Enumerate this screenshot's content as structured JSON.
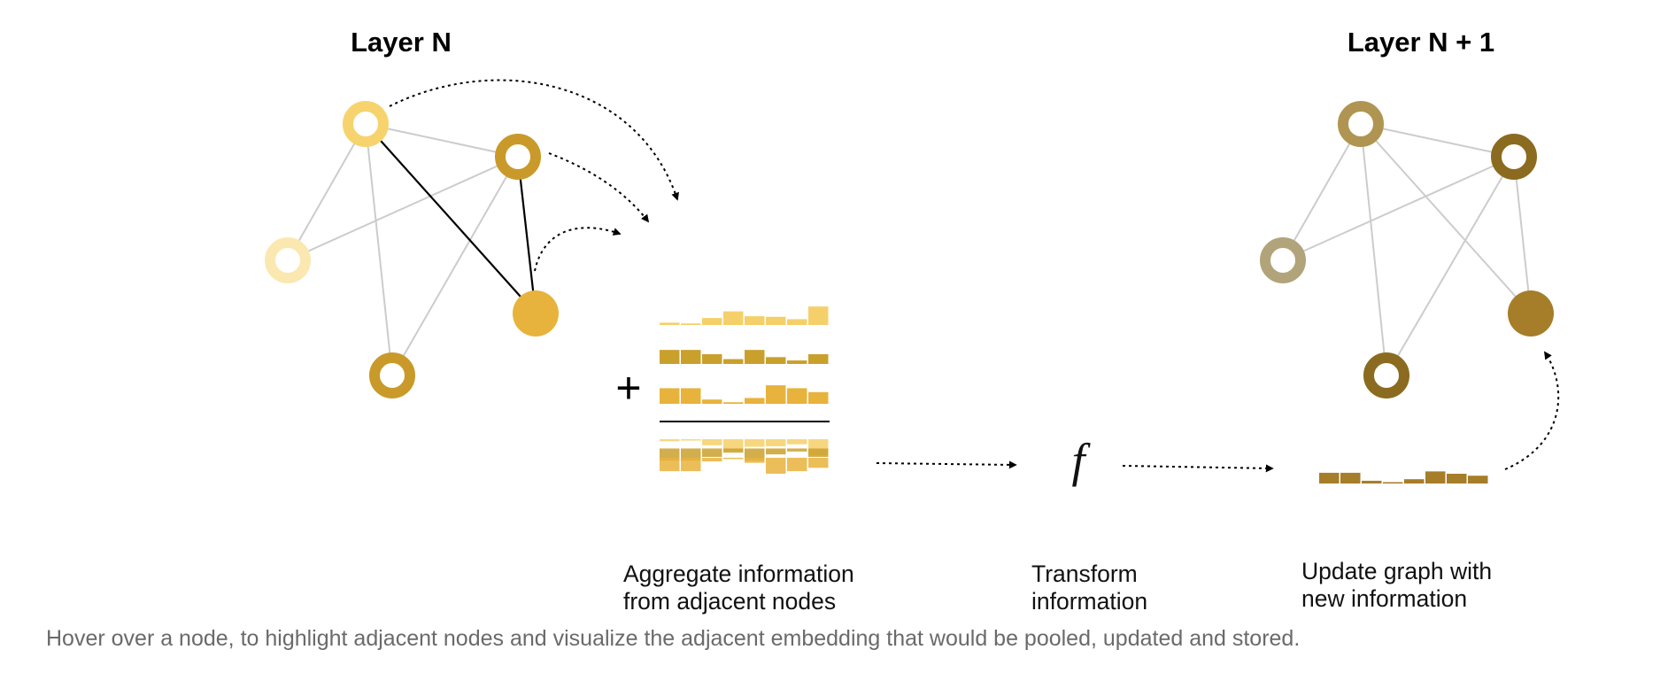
{
  "titles": {
    "left": "Layer N",
    "right": "Layer N + 1"
  },
  "captions": {
    "aggregate": [
      "Aggregate information",
      "from adjacent nodes"
    ],
    "transform": [
      "Transform",
      "information"
    ],
    "update": [
      "Update graph with",
      "new information"
    ]
  },
  "function_symbol": "f",
  "plus_symbol": "+",
  "hint": "Hover over a node, to highlight adjacent nodes and visualize the adjacent embedding that would be pooled, updated and stored.",
  "colors": {
    "edge": "#cccccc",
    "highlight_edge": "#000000",
    "layer_n_nodes": [
      "#f6d36d",
      "#c99a2a",
      "#fbe8b1",
      "#c99a2a",
      "#e8b33c"
    ],
    "layer_n1_nodes": [
      "#b09552",
      "#8b6b20",
      "#b2a47a",
      "#8b6b20",
      "#a67d28"
    ],
    "embedding_rows": [
      "#f5d06a",
      "#caa02d",
      "#e8b33c"
    ],
    "result": "#a67d28"
  },
  "graph": {
    "nodes": [
      "node-a",
      "node-b",
      "node-c",
      "node-d",
      "node-e"
    ],
    "hovered_node": "node-e",
    "edges_layer_n": [
      [
        "node-a",
        "node-b"
      ],
      [
        "node-a",
        "node-c"
      ],
      [
        "node-a",
        "node-d"
      ],
      [
        "node-a",
        "node-e"
      ],
      [
        "node-b",
        "node-c"
      ],
      [
        "node-b",
        "node-d"
      ],
      [
        "node-b",
        "node-e"
      ]
    ],
    "edges_layer_n1": [
      [
        "node-a",
        "node-b"
      ],
      [
        "node-a",
        "node-c"
      ],
      [
        "node-a",
        "node-d"
      ],
      [
        "node-a",
        "node-e"
      ],
      [
        "node-b",
        "node-c"
      ],
      [
        "node-b",
        "node-d"
      ],
      [
        "node-b",
        "node-e"
      ]
    ],
    "highlighted_edges": [
      [
        "node-a",
        "node-e"
      ],
      [
        "node-b",
        "node-e"
      ]
    ]
  },
  "embeddings": {
    "rows": [
      [
        0.12,
        0.08,
        0.36,
        0.7,
        0.45,
        0.42,
        0.3,
        0.95
      ],
      [
        0.72,
        0.72,
        0.5,
        0.25,
        0.72,
        0.35,
        0.18,
        0.5
      ],
      [
        0.8,
        0.8,
        0.22,
        0.08,
        0.3,
        0.95,
        0.8,
        0.6
      ]
    ],
    "result": [
      0.55,
      0.55,
      0.14,
      0.04,
      0.22,
      0.62,
      0.5,
      0.4
    ]
  }
}
